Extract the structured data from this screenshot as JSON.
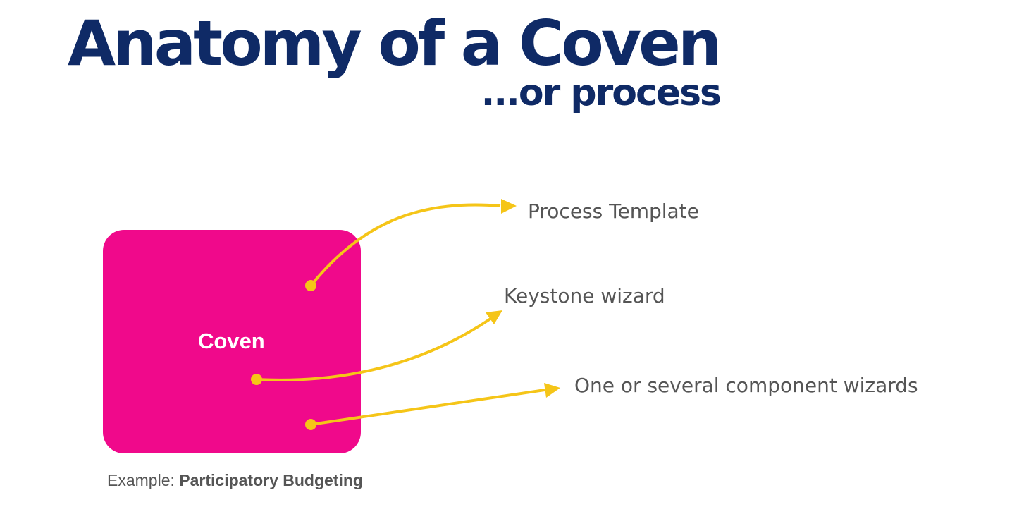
{
  "title": "Anatomy of a Coven",
  "subtitle": "...or process",
  "box": {
    "label": "Coven",
    "color": "#f0098b"
  },
  "callouts": [
    {
      "label": "Process Template"
    },
    {
      "label": "Keystone wizard"
    },
    {
      "label": "One or several component wizards"
    }
  ],
  "caption": {
    "prefix": "Example: ",
    "value": "Participatory Budgeting"
  },
  "colors": {
    "title": "#0f2a66",
    "arrow": "#f5c518",
    "callout_text": "#555555"
  }
}
